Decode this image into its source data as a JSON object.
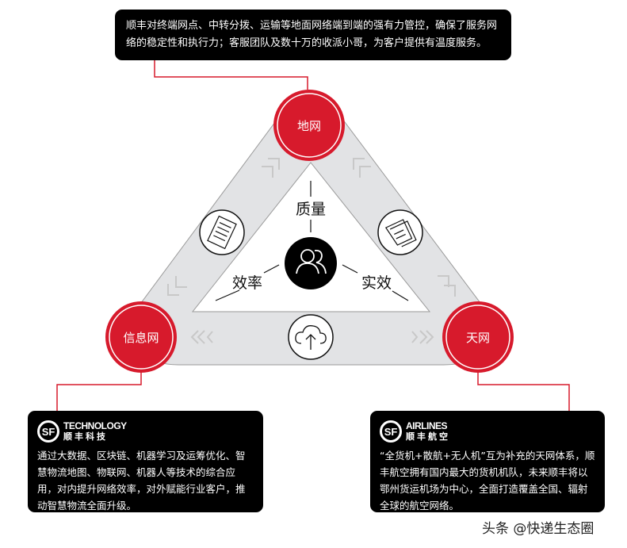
{
  "top_box": {
    "text": "顺丰对终端网点、中转分拨、运输等地面网络端到端的强有力管控，确保了服务网络的稳定性和执行力；客服团队及数十万的收派小哥，为客户提供有温度服务。"
  },
  "nodes": {
    "top": "地网",
    "left": "信息网",
    "right": "天网"
  },
  "center": {
    "quality": "质量",
    "efficiency": "效率",
    "effectiveness": "实效"
  },
  "left_box": {
    "brand_en": "TECHNOLOGY",
    "brand_cn": "顺丰科技",
    "logo": "SF",
    "text": "通过大数据、区块链、机器学习及运筹优化、智慧物流地图、物联网、机器人等技术的综合应用，对内提升网络效率，对外赋能行业客户，推动智慧物流全面升级。"
  },
  "right_box": {
    "brand_en": "AIRLINES",
    "brand_cn": "顺丰航空",
    "logo": "SF",
    "text": "“全货机+散航+无人机”互为补充的天网体系，顺丰航空拥有国内最大的货机机队，未来顺丰将以鄂州货运机场为中心，全面打造覆盖全国、辐射全球的航空网络。"
  },
  "watermark": "头条 @快递生态圈",
  "colors": {
    "accent": "#d71a2c",
    "band": "#e2e3e5",
    "dark": "#000000"
  }
}
